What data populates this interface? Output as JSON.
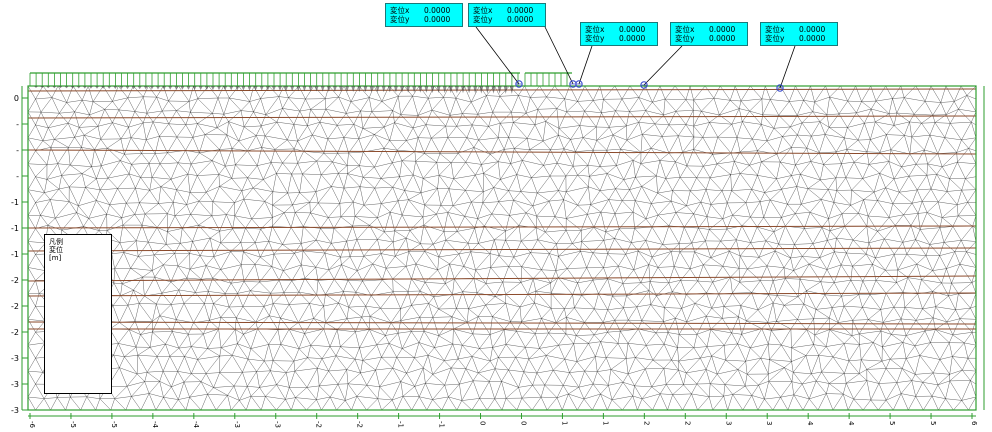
{
  "callouts": [
    {
      "label_x": "変位x",
      "label_y": "変位y",
      "value_x": "0.0000",
      "value_y": "0.0000"
    },
    {
      "label_x": "変位x",
      "label_y": "変位y",
      "value_x": "0.0000",
      "value_y": "0.0000"
    },
    {
      "label_x": "変位x",
      "label_y": "変位y",
      "value_x": "0.0000",
      "value_y": "0.0000"
    },
    {
      "label_x": "変位x",
      "label_y": "変位y",
      "value_x": "0.0000",
      "value_y": "0.0000"
    },
    {
      "label_x": "変位x",
      "label_y": "変位y",
      "value_x": "0.0000",
      "value_y": "0.0000"
    }
  ],
  "legend": {
    "line1": "凡例",
    "line2": "変位",
    "line3": "[m]"
  },
  "y_ticks": [
    "0",
    "-",
    "-",
    "-",
    "-1",
    "-1",
    "-1",
    "-2",
    "-2",
    "-2",
    "-3",
    "-3",
    "-3"
  ],
  "x_ticks": [
    "-6",
    "-5",
    "-5",
    "-4",
    "-4",
    "-3",
    "-3",
    "-2",
    "-2",
    "-1",
    "-1",
    "0",
    "0",
    "1",
    "1",
    "2",
    "2",
    "3",
    "3",
    "4",
    "4",
    "5",
    "5",
    "6"
  ],
  "colors": {
    "mesh": "#1a1a1a",
    "layer": "#8b4a2b",
    "boundary": "#2e9e2e",
    "marker": "#3344cc"
  }
}
